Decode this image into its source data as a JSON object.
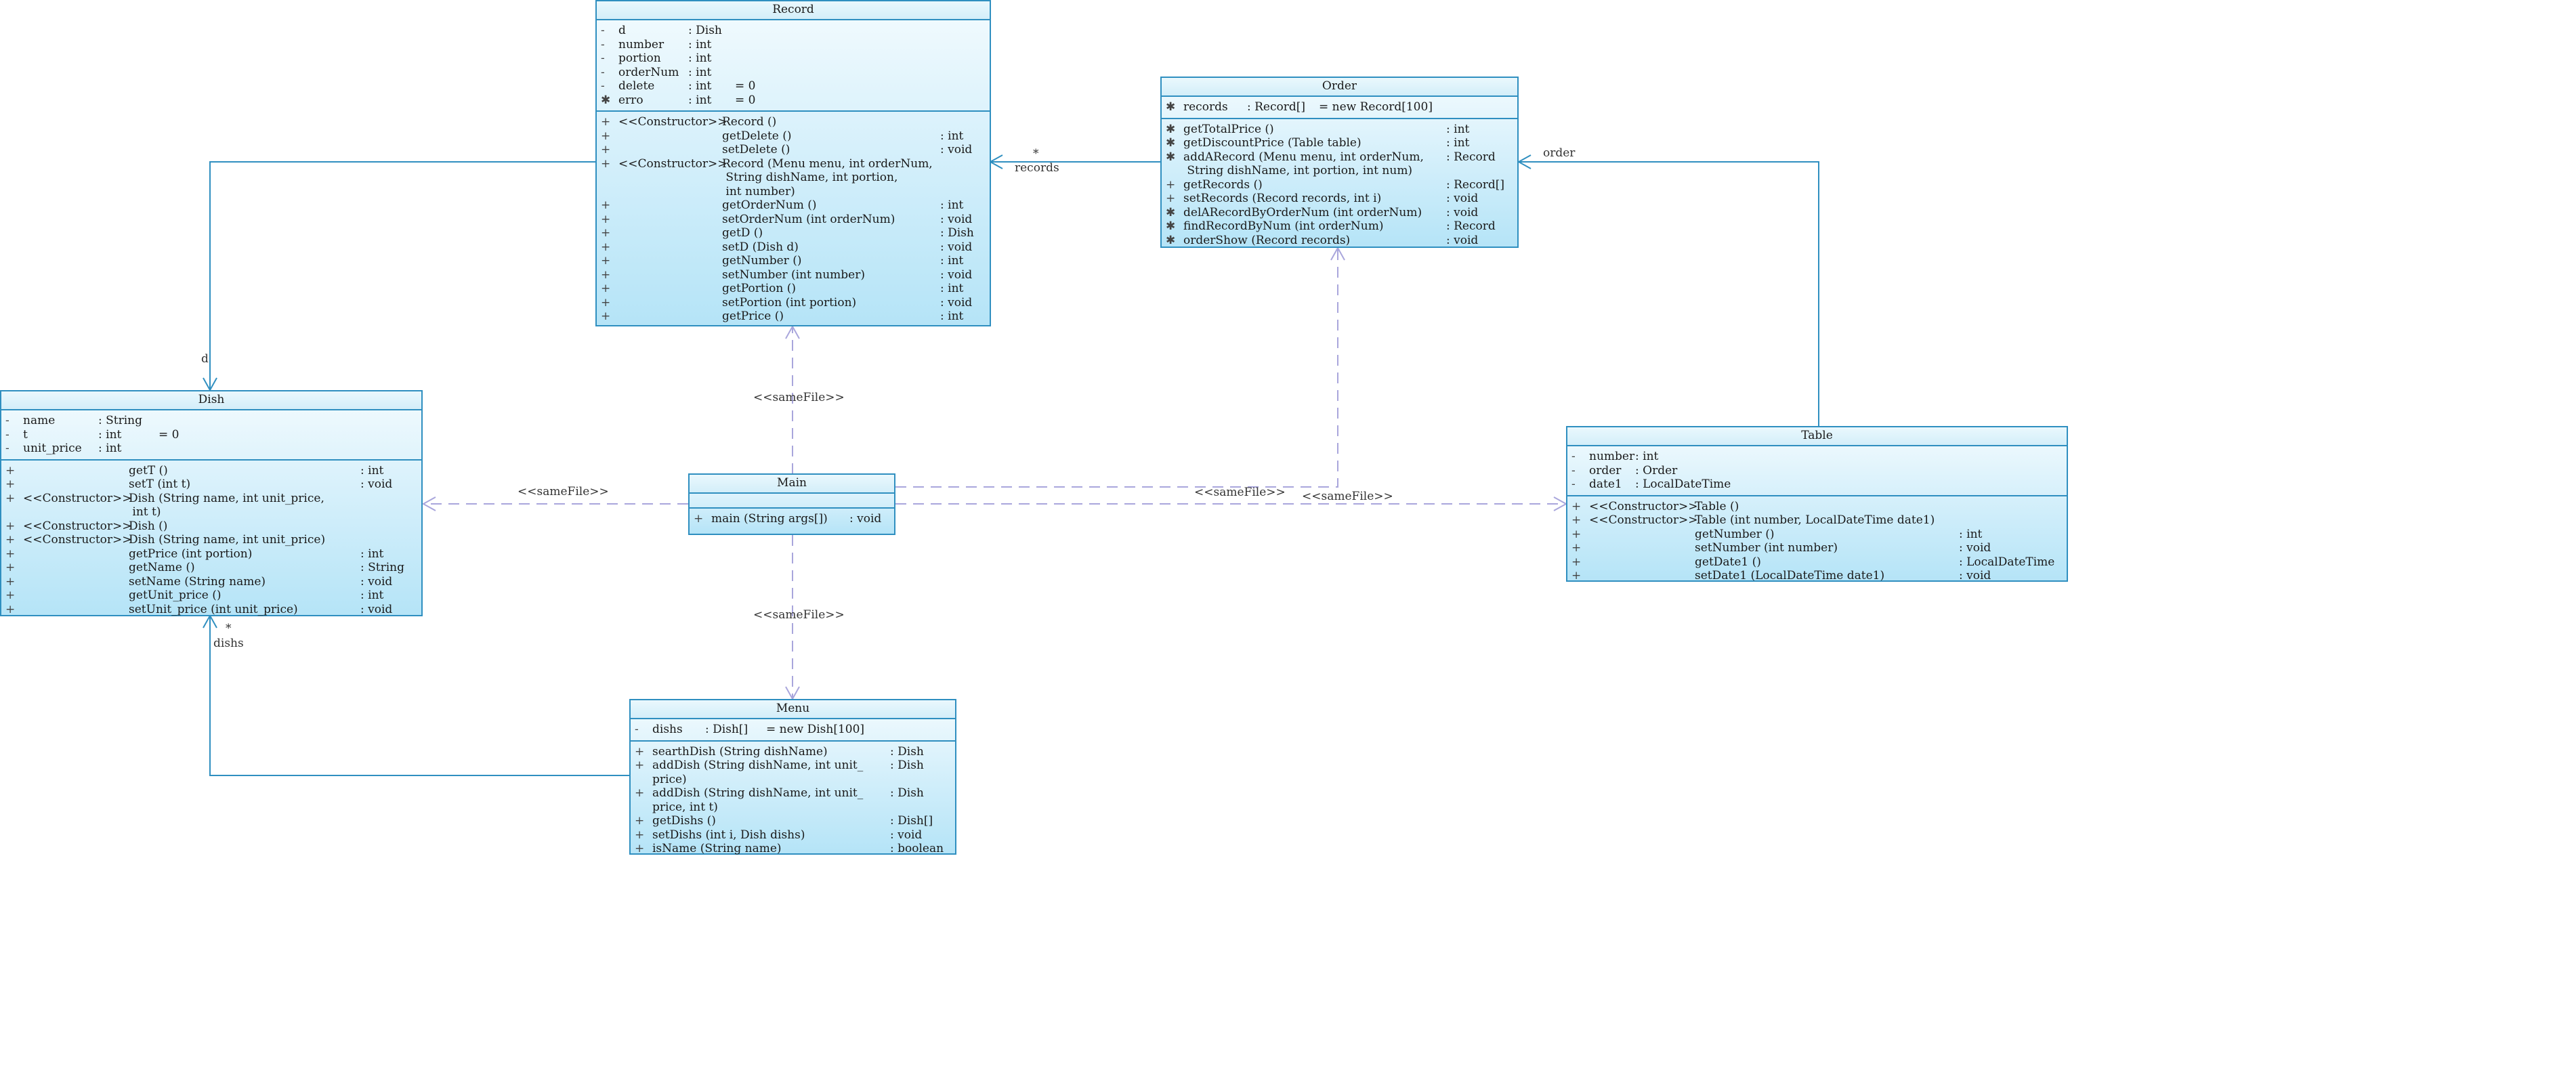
{
  "classes": {
    "record": {
      "title": "Record",
      "attributes": [
        {
          "vis": "-",
          "name": "d",
          "type": ": Dish",
          "init": ""
        },
        {
          "vis": "-",
          "name": "number",
          "type": ": int",
          "init": ""
        },
        {
          "vis": "-",
          "name": "portion",
          "type": ": int",
          "init": ""
        },
        {
          "vis": "-",
          "name": "orderNum",
          "type": ": int",
          "init": ""
        },
        {
          "vis": "-",
          "name": "delete",
          "type": ": int",
          "init": "= 0"
        },
        {
          "vis": "✱",
          "name": "erro",
          "type": ": int",
          "init": "= 0"
        }
      ],
      "methods": [
        {
          "vis": "+",
          "stereo": "<<Constructor>>",
          "sig": "Record ()",
          "ret": ""
        },
        {
          "vis": "+",
          "stereo": "",
          "sig": "getDelete ()",
          "ret": ": int"
        },
        {
          "vis": "+",
          "stereo": "",
          "sig": "setDelete ()",
          "ret": ": void"
        },
        {
          "vis": "+",
          "stereo": "<<Constructor>>",
          "sig": "Record (Menu menu, int orderNum,\n String dishName, int portion,\n int number)",
          "ret": ""
        },
        {
          "vis": "+",
          "stereo": "",
          "sig": "getOrderNum ()",
          "ret": ": int"
        },
        {
          "vis": "+",
          "stereo": "",
          "sig": "setOrderNum (int orderNum)",
          "ret": ": void"
        },
        {
          "vis": "+",
          "stereo": "",
          "sig": "getD ()",
          "ret": ": Dish"
        },
        {
          "vis": "+",
          "stereo": "",
          "sig": "setD (Dish d)",
          "ret": ": void"
        },
        {
          "vis": "+",
          "stereo": "",
          "sig": "getNumber ()",
          "ret": ": int"
        },
        {
          "vis": "+",
          "stereo": "",
          "sig": "setNumber (int number)",
          "ret": ": void"
        },
        {
          "vis": "+",
          "stereo": "",
          "sig": "getPortion ()",
          "ret": ": int"
        },
        {
          "vis": "+",
          "stereo": "",
          "sig": "setPortion (int portion)",
          "ret": ": void"
        },
        {
          "vis": "+",
          "stereo": "",
          "sig": "getPrice ()",
          "ret": ": int"
        }
      ]
    },
    "order": {
      "title": "Order",
      "attributes": [
        {
          "vis": "✱",
          "name": "records",
          "type": ": Record[]",
          "init": "= new Record[100]"
        }
      ],
      "methods": [
        {
          "vis": "✱",
          "sig": "getTotalPrice ()",
          "ret": ": int"
        },
        {
          "vis": "✱",
          "sig": "getDiscountPrice (Table table)",
          "ret": ": int"
        },
        {
          "vis": "✱",
          "sig": "addARecord (Menu menu, int orderNum,\n String dishName, int portion, int num)",
          "ret": ": Record"
        },
        {
          "vis": "+",
          "sig": "getRecords ()",
          "ret": ": Record[]"
        },
        {
          "vis": "+",
          "sig": "setRecords (Record records, int i)",
          "ret": ": void"
        },
        {
          "vis": "✱",
          "sig": "delARecordByOrderNum (int orderNum)",
          "ret": ": void"
        },
        {
          "vis": "✱",
          "sig": "findRecordByNum (int orderNum)",
          "ret": ": Record"
        },
        {
          "vis": "✱",
          "sig": "orderShow (Record records)",
          "ret": ": void"
        }
      ]
    },
    "dish": {
      "title": "Dish",
      "attributes": [
        {
          "vis": "-",
          "name": "name",
          "type": ": String",
          "init": ""
        },
        {
          "vis": "-",
          "name": "t",
          "type": ": int",
          "init": "= 0"
        },
        {
          "vis": "-",
          "name": "unit_price",
          "type": ": int",
          "init": ""
        }
      ],
      "methods": [
        {
          "vis": "+",
          "stereo": "",
          "sig": "getT ()",
          "ret": ": int"
        },
        {
          "vis": "+",
          "stereo": "",
          "sig": "setT (int t)",
          "ret": ": void"
        },
        {
          "vis": "+",
          "stereo": "<<Constructor>>",
          "sig": "Dish (String name, int unit_price,\n int t)",
          "ret": ""
        },
        {
          "vis": "+",
          "stereo": "<<Constructor>>",
          "sig": "Dish ()",
          "ret": ""
        },
        {
          "vis": "+",
          "stereo": "<<Constructor>>",
          "sig": "Dish (String name, int unit_price)",
          "ret": ""
        },
        {
          "vis": "+",
          "stereo": "",
          "sig": "getPrice (int portion)",
          "ret": ": int"
        },
        {
          "vis": "+",
          "stereo": "",
          "sig": "getName ()",
          "ret": ": String"
        },
        {
          "vis": "+",
          "stereo": "",
          "sig": "setName (String name)",
          "ret": ": void"
        },
        {
          "vis": "+",
          "stereo": "",
          "sig": "getUnit_price ()",
          "ret": ": int"
        },
        {
          "vis": "+",
          "stereo": "",
          "sig": "setUnit_price (int unit_price)",
          "ret": ": void"
        }
      ]
    },
    "main": {
      "title": "Main",
      "attributes": [],
      "methods": [
        {
          "vis": "+",
          "sig": "main (String args[])",
          "ret": ": void"
        }
      ]
    },
    "table": {
      "title": "Table",
      "attributes": [
        {
          "vis": "-",
          "name": "number",
          "type": ": int",
          "init": ""
        },
        {
          "vis": "-",
          "name": "order",
          "type": ": Order",
          "init": ""
        },
        {
          "vis": "-",
          "name": "date1",
          "type": ": LocalDateTime",
          "init": ""
        }
      ],
      "methods": [
        {
          "vis": "+",
          "stereo": "<<Constructor>>",
          "sig": "Table ()",
          "ret": ""
        },
        {
          "vis": "+",
          "stereo": "<<Constructor>>",
          "sig": "Table (int number, LocalDateTime date1)",
          "ret": ""
        },
        {
          "vis": "+",
          "stereo": "",
          "sig": "getNumber ()",
          "ret": ": int"
        },
        {
          "vis": "+",
          "stereo": "",
          "sig": "setNumber (int number)",
          "ret": ": void"
        },
        {
          "vis": "+",
          "stereo": "",
          "sig": "getDate1 ()",
          "ret": ": LocalDateTime"
        },
        {
          "vis": "+",
          "stereo": "",
          "sig": "setDate1 (LocalDateTime date1)",
          "ret": ": void"
        }
      ]
    },
    "menu": {
      "title": "Menu",
      "attributes": [
        {
          "vis": "-",
          "name": "dishs",
          "type": ": Dish[]",
          "init": "= new Dish[100]"
        }
      ],
      "methods": [
        {
          "vis": "+",
          "sig": "searthDish (String dishName)",
          "ret": ": Dish"
        },
        {
          "vis": "+",
          "sig": "addDish (String dishName, int unit_\nprice)",
          "ret": ": Dish"
        },
        {
          "vis": "+",
          "sig": "addDish (String dishName, int unit_\nprice, int t)",
          "ret": ": Dish"
        },
        {
          "vis": "+",
          "sig": "getDishs ()",
          "ret": ": Dish[]"
        },
        {
          "vis": "+",
          "sig": "setDishs (int i, Dish dishs)",
          "ret": ": void"
        },
        {
          "vis": "+",
          "sig": "isName (String name)",
          "ret": ": boolean"
        }
      ]
    }
  },
  "relations": {
    "record_dish_role": "d",
    "order_record_mult": "*",
    "order_record_role": "records",
    "table_order_role": "order",
    "menu_dish_mult": "*",
    "menu_dish_role": "dishs",
    "same_file": "<<sameFile>>"
  },
  "colors": {
    "line": "#2f8fc0",
    "dep_line": "#a9a6dc",
    "fill_top": "#f3fbfe",
    "fill_bottom": "#b5e4f7"
  }
}
